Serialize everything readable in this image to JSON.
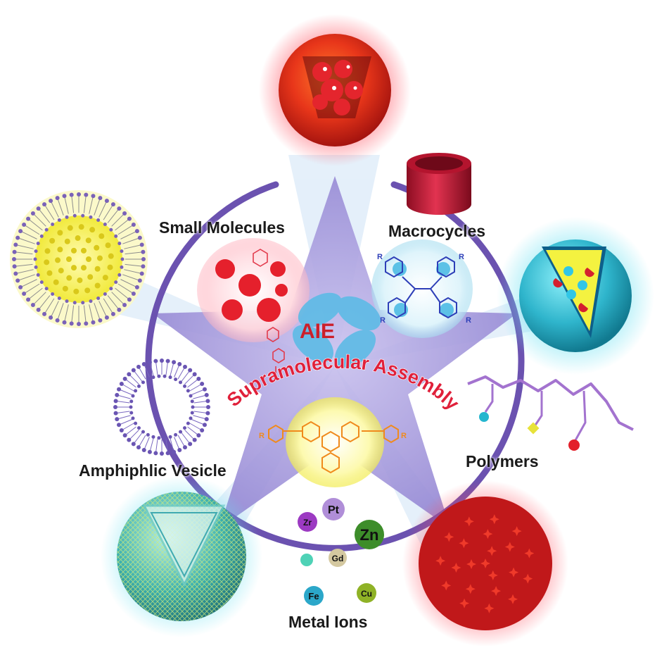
{
  "labels": {
    "small_molecules": "Small Molecules",
    "macrocycles": "Macrocycles",
    "amphiphilic_vesicle": "Amphiphlic Vesicle",
    "polymers": "Polymers",
    "metal_ions": "Metal Ions",
    "center": "AIE",
    "arc_title": "Supramolecular Assembly"
  },
  "ions": [
    "Zr",
    "Pt",
    "Zn",
    "Gd",
    "Fe",
    "Cu"
  ],
  "substituent": "R",
  "colors": {
    "ring": "#6b52b0",
    "star": "#7a69c2",
    "red_text": "#e0203a",
    "macrocycle": "#c81f3a",
    "cyan_sphere": "#35bcd0",
    "yellow": "#f3f04a"
  }
}
